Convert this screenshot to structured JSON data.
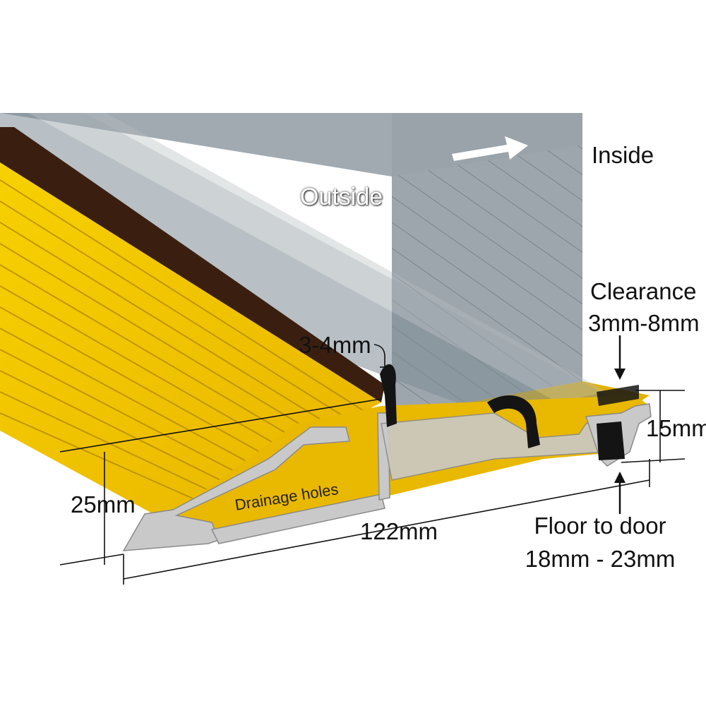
{
  "labels": {
    "inside": "Inside",
    "outside": "Outside",
    "clearance": "Clearance",
    "clearance_range": "3mm-8mm",
    "gap": "3-4mm",
    "height_total": "25mm",
    "height_step": "15mm",
    "width": "122mm",
    "drainage": "Drainage holes",
    "floor_to_door_1": "Floor to door",
    "floor_to_door_2": "18mm - 23mm"
  },
  "colors": {
    "sill_yellow": "#f2c200",
    "sill_shadow": "#c79a00",
    "aluminium": "#c9c9c9",
    "glass": "#8f9aa2",
    "door_face": "#9aa3aa",
    "seal": "#141414",
    "dark_channel": "#3a1f10"
  },
  "icons": {
    "arrow": "right-arrow-icon"
  }
}
